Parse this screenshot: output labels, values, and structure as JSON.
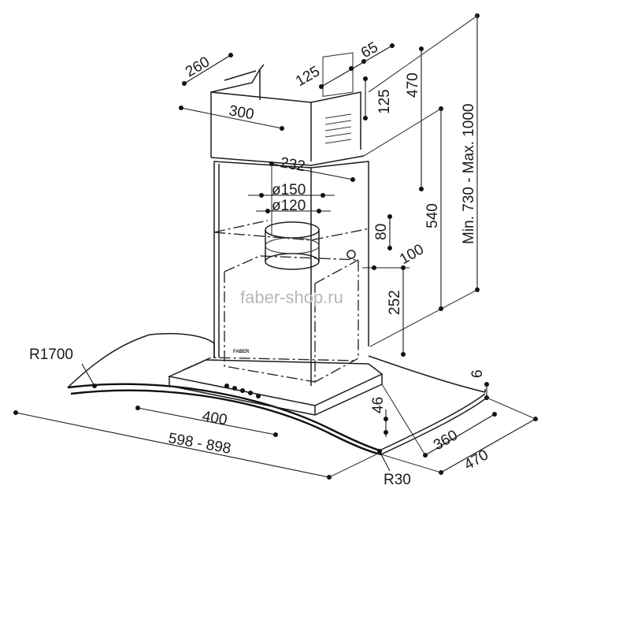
{
  "dimensions": {
    "top_depth": "260",
    "top_width": "300",
    "vent_offset_a": "125",
    "vent_offset_b": "65",
    "vent_height": "125",
    "top_section_height": "470",
    "overall_height": "Min. 730 - Max. 1000",
    "duct_offset": "232",
    "duct_outer_diameter": "ø150",
    "duct_inner_diameter": "ø120",
    "flange_height": "80",
    "motor_offset": "100",
    "lower_section_height": "540",
    "body_height": "252",
    "canopy_radius": "R1700",
    "glass_thickness": "6",
    "base_height": "46",
    "base_width": "400",
    "base_depth": "360",
    "canopy_depth": "470",
    "canopy_width": "598 - 898",
    "corner_radius": "R30"
  },
  "watermark": "faber-shop.ru",
  "brand_mark": "FABER"
}
